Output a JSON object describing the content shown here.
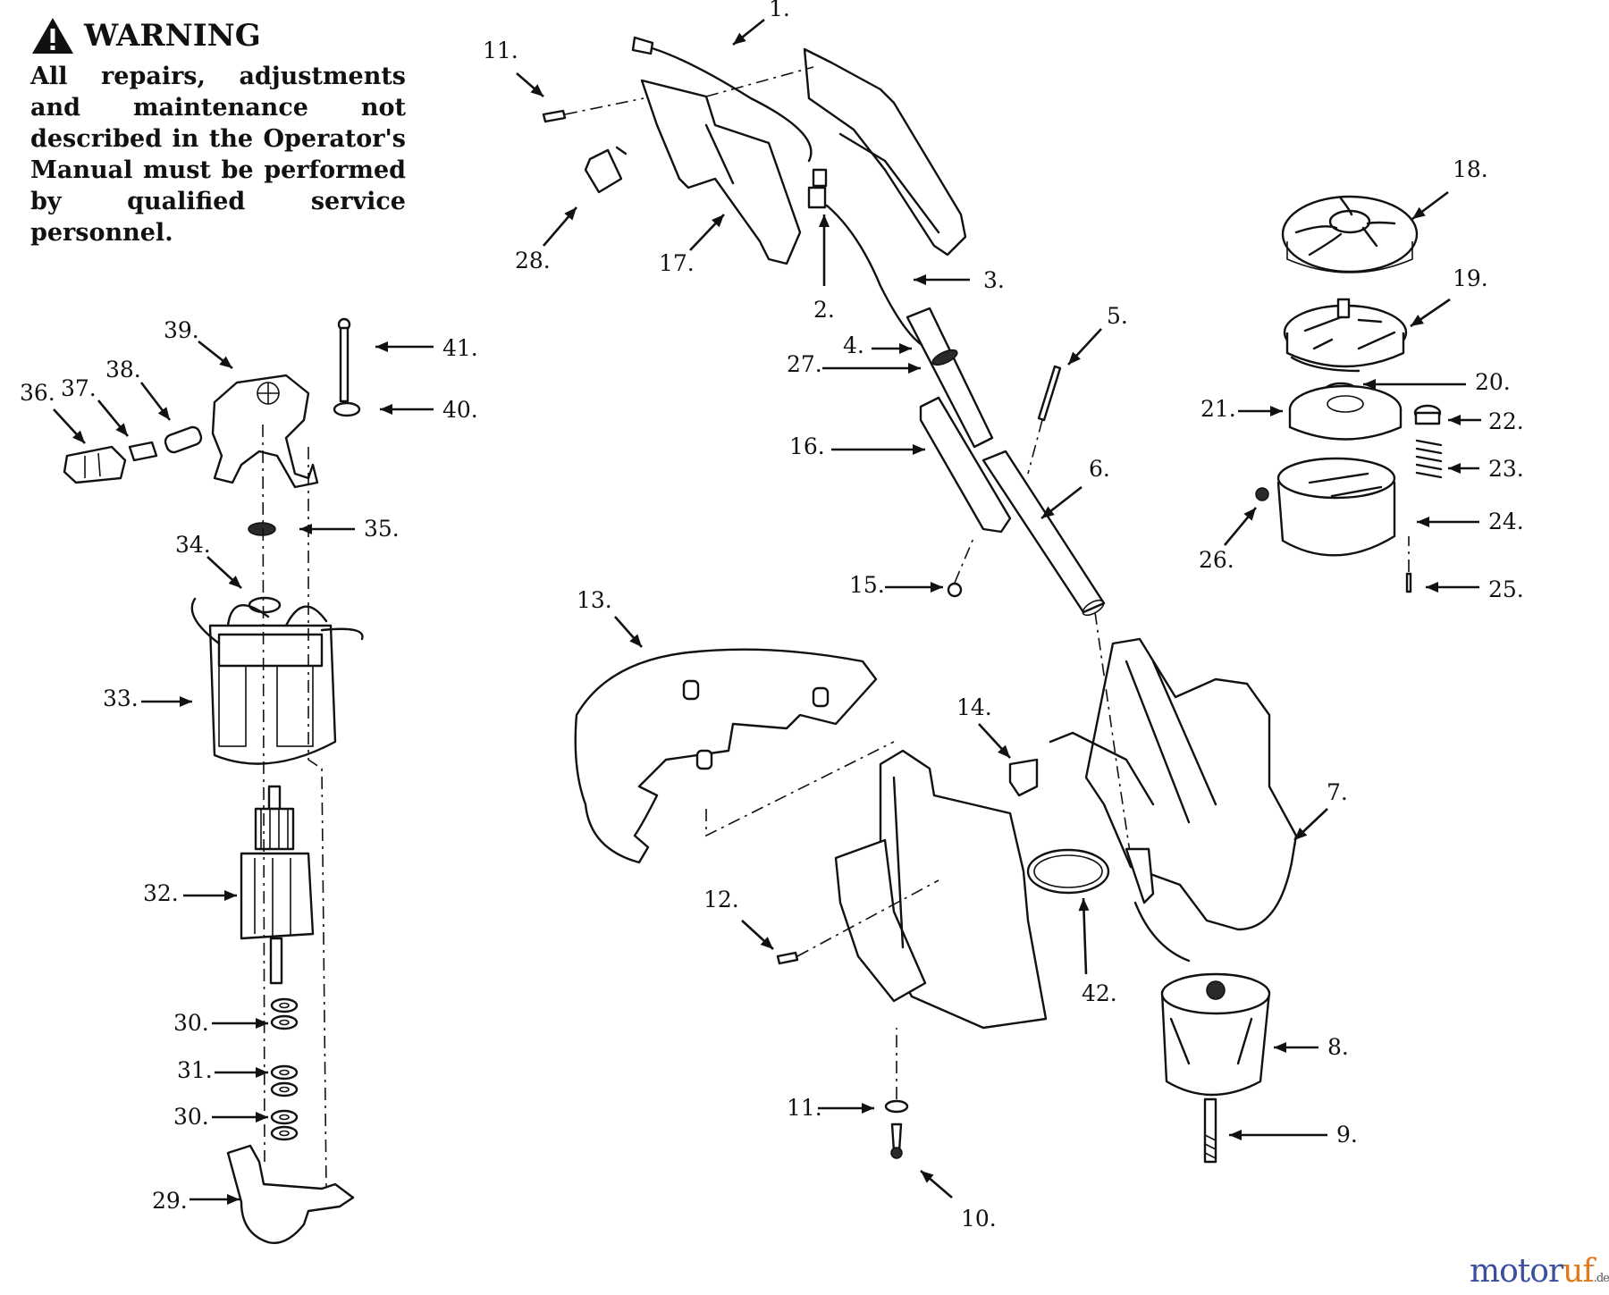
{
  "warning": {
    "title": "WARNING",
    "text": "All repairs, adjustments and maintenance not described in the Operator's Manual must be performed by qualified service personnel."
  },
  "brand": {
    "name_a": "motor",
    "name_b": "uf",
    "suffix": ".de",
    "color_a": "#3a4fa0",
    "color_b": "#e07a1a"
  },
  "icons": {
    "warning": "warning-triangle-icon"
  },
  "parts": [
    {
      "id": "p1",
      "label": "1."
    },
    {
      "id": "p2",
      "label": "2."
    },
    {
      "id": "p3",
      "label": "3."
    },
    {
      "id": "p4",
      "label": "4."
    },
    {
      "id": "p5",
      "label": "5."
    },
    {
      "id": "p6",
      "label": "6."
    },
    {
      "id": "p7",
      "label": "7."
    },
    {
      "id": "p8",
      "label": "8."
    },
    {
      "id": "p9",
      "label": "9."
    },
    {
      "id": "p10",
      "label": "10."
    },
    {
      "id": "p11a",
      "label": "11."
    },
    {
      "id": "p11b",
      "label": "11."
    },
    {
      "id": "p12",
      "label": "12."
    },
    {
      "id": "p13",
      "label": "13."
    },
    {
      "id": "p14",
      "label": "14."
    },
    {
      "id": "p15",
      "label": "15."
    },
    {
      "id": "p16",
      "label": "16."
    },
    {
      "id": "p17",
      "label": "17."
    },
    {
      "id": "p18",
      "label": "18."
    },
    {
      "id": "p19",
      "label": "19."
    },
    {
      "id": "p20",
      "label": "20."
    },
    {
      "id": "p21",
      "label": "21."
    },
    {
      "id": "p22",
      "label": "22."
    },
    {
      "id": "p23",
      "label": "23."
    },
    {
      "id": "p24",
      "label": "24."
    },
    {
      "id": "p25",
      "label": "25."
    },
    {
      "id": "p26",
      "label": "26."
    },
    {
      "id": "p27",
      "label": "27."
    },
    {
      "id": "p28",
      "label": "28."
    },
    {
      "id": "p29",
      "label": "29."
    },
    {
      "id": "p30a",
      "label": "30."
    },
    {
      "id": "p30b",
      "label": "30."
    },
    {
      "id": "p31",
      "label": "31."
    },
    {
      "id": "p32",
      "label": "32."
    },
    {
      "id": "p33",
      "label": "33."
    },
    {
      "id": "p34",
      "label": "34."
    },
    {
      "id": "p35",
      "label": "35."
    },
    {
      "id": "p36",
      "label": "36."
    },
    {
      "id": "p37",
      "label": "37."
    },
    {
      "id": "p38",
      "label": "38."
    },
    {
      "id": "p39",
      "label": "39."
    },
    {
      "id": "p40",
      "label": "40."
    },
    {
      "id": "p41",
      "label": "41."
    },
    {
      "id": "p42",
      "label": "42."
    }
  ]
}
